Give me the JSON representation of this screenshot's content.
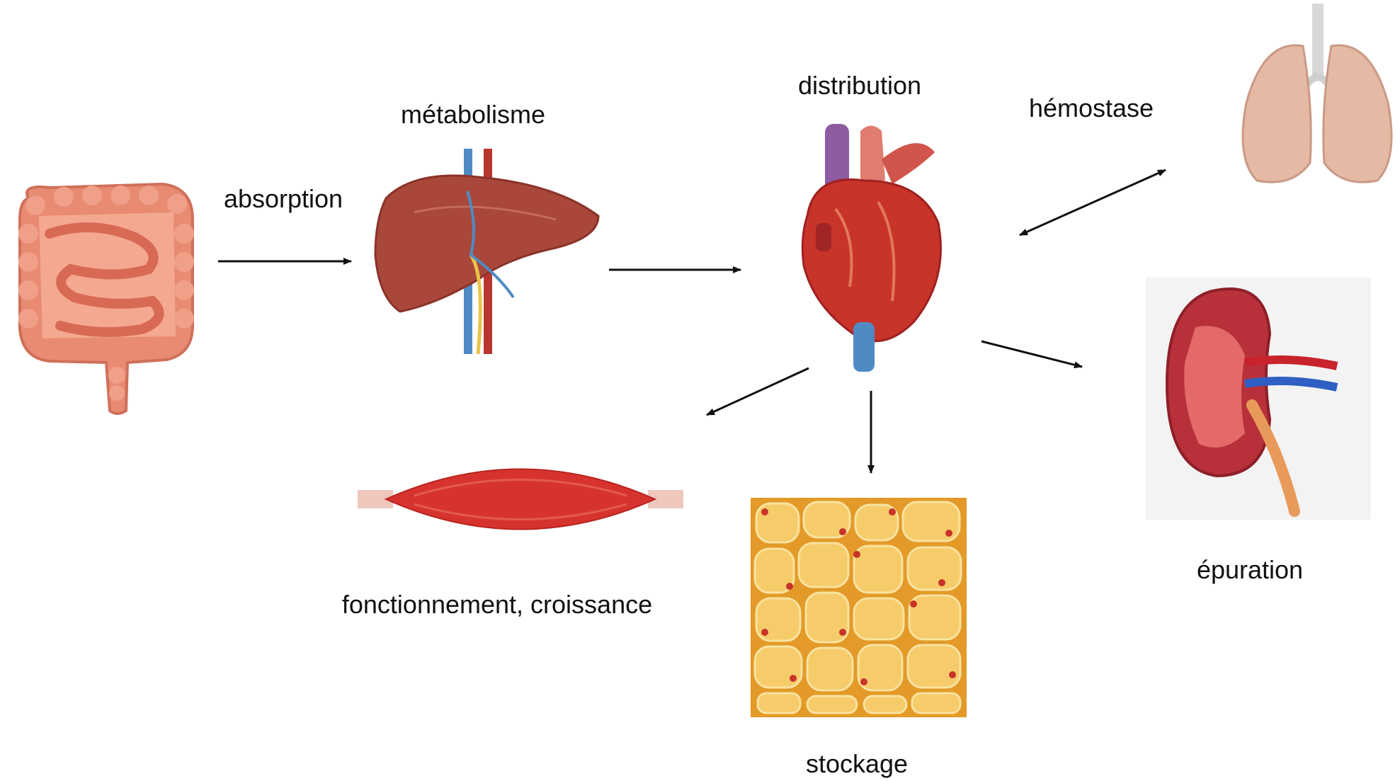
{
  "labels": {
    "absorption": "absorption",
    "metabolism": "métabolisme",
    "distribution": "distribution",
    "hemostasis": "hémostase",
    "elimination": "épuration",
    "function_growth": "fonctionnement, croissance",
    "storage": "stockage"
  },
  "flow": [
    {
      "from": "intestine",
      "to": "liver",
      "direction": "one-way"
    },
    {
      "from": "liver",
      "to": "heart",
      "direction": "one-way"
    },
    {
      "from": "heart",
      "to": "lungs",
      "direction": "two-way"
    },
    {
      "from": "heart",
      "to": "kidney",
      "direction": "one-way"
    },
    {
      "from": "heart",
      "to": "muscle",
      "direction": "one-way"
    },
    {
      "from": "heart",
      "to": "adipose-tissue",
      "direction": "one-way"
    }
  ],
  "colors": {
    "text": "#111111",
    "arrow": "#111111",
    "intestine": "#e88b72",
    "liver": "#a8473a",
    "heart": "#c8332a",
    "lungs": "#e6b9a4",
    "kidney": "#b8313a",
    "muscle": "#d6332f",
    "fat": "#f2b23e"
  }
}
